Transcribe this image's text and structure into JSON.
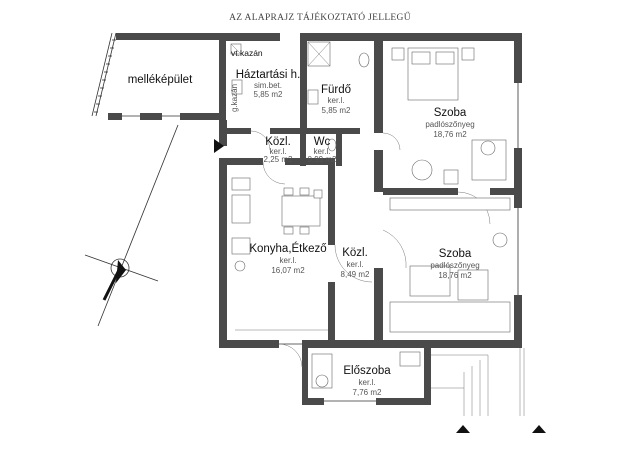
{
  "title": "AZ ALAPRAJZ TÁJÉKOZTATÓ JELLEGŰ",
  "annex": "melléképület",
  "boiler_label": "vt.kazán",
  "gas_boiler_label": "g.kazán",
  "rooms": [
    {
      "id": "haztartasi",
      "name": "Háztartási h.",
      "material": "sim.bet.",
      "area": "5,85 m2"
    },
    {
      "id": "furdo",
      "name": "Fürdő",
      "material": "ker.l.",
      "area": "5,85 m2"
    },
    {
      "id": "kozl1",
      "name": "Közl.",
      "material": "ker.l.",
      "area": "2,25 m2"
    },
    {
      "id": "wc",
      "name": "Wc",
      "material": "ker.l.",
      "area": "0,99 m2"
    },
    {
      "id": "szoba1",
      "name": "Szoba",
      "material": "padlószőnyeg",
      "area": "18,76 m2"
    },
    {
      "id": "konyha",
      "name": "Konyha,Étkező",
      "material": "ker.l.",
      "area": "16,07 m2"
    },
    {
      "id": "kozl2",
      "name": "Közl.",
      "material": "ker.l.",
      "area": "8,49 m2"
    },
    {
      "id": "szoba2",
      "name": "Szoba",
      "material": "padlószőnyeg",
      "area": "18,76 m2"
    },
    {
      "id": "eloszoba",
      "name": "Előszoba",
      "material": "ker.l.",
      "area": "7,76 m2"
    }
  ]
}
